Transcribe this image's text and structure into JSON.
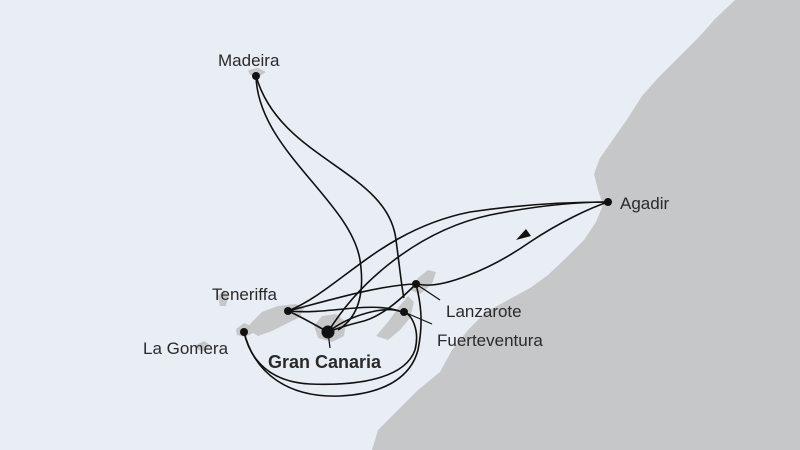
{
  "map": {
    "colors": {
      "sea": "#e9eef5",
      "land": "#c6c7c9",
      "route": "#111111",
      "label": "#2a2a2a"
    },
    "ports": {
      "madeira": "Madeira",
      "agadir": "Agadir",
      "teneriffa": "Teneriffa",
      "la_gomera": "La Gomera",
      "gran_canaria": "Gran Canaria",
      "lanzarote": "Lanzarote",
      "fuerteventura": "Fuerteventura"
    },
    "home_port": "Gran Canaria"
  }
}
